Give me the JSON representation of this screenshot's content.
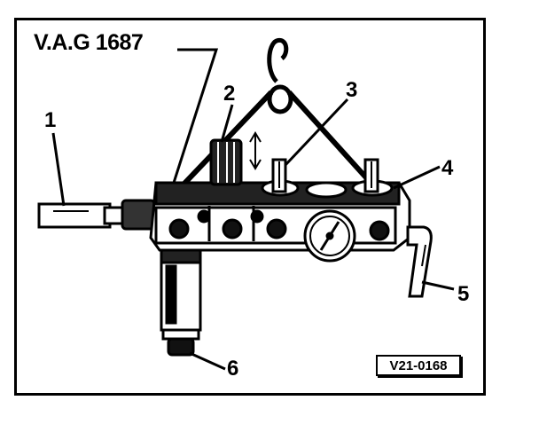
{
  "figure": {
    "tool_name": "V.A.G 1687",
    "reference_code": "V21-0168",
    "callouts": [
      {
        "id": "1",
        "text": "1"
      },
      {
        "id": "2",
        "text": "2"
      },
      {
        "id": "3",
        "text": "3"
      },
      {
        "id": "4",
        "text": "4"
      },
      {
        "id": "5",
        "text": "5"
      },
      {
        "id": "6",
        "text": "6"
      }
    ]
  }
}
